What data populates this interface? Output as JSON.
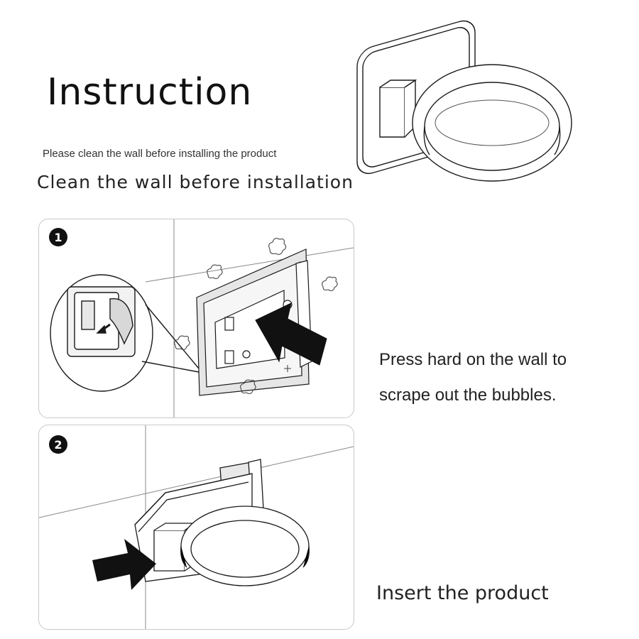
{
  "header": {
    "title": "Instruction",
    "subtitle_small": "Please clean the wall before installing the product",
    "subtitle_large": "Clean the wall before installation"
  },
  "steps": [
    {
      "number": "1",
      "text_line1": "Press hard on the wall to",
      "text_line2": "scrape out the bubbles."
    },
    {
      "number": "2",
      "text": "Insert the product"
    }
  ],
  "icons": {
    "product": "hair-dryer-holder-icon",
    "arrow": "push-arrow-icon",
    "bubble": "air-bubble-icon"
  },
  "colors": {
    "line": "#1a1a1a",
    "panel_border": "#c9c9c9",
    "badge": "#111111"
  }
}
